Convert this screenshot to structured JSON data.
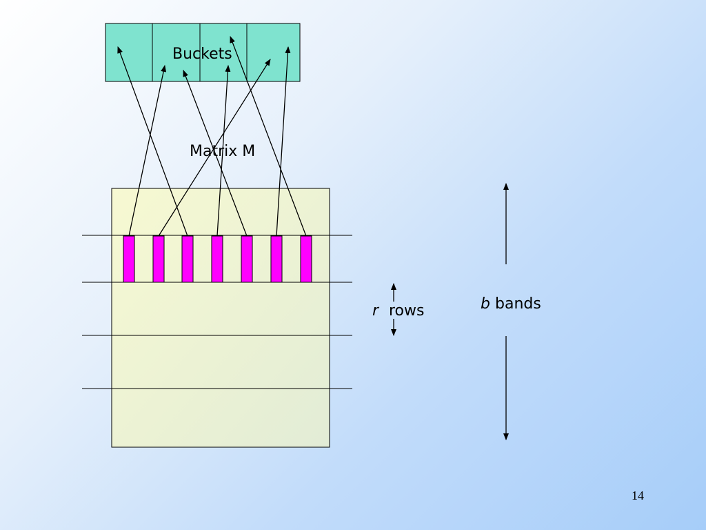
{
  "slide": {
    "buckets_label": "Buckets",
    "matrix_label": "Matrix M",
    "rows_var": "r",
    "rows_word": "rows",
    "bands_var": "b",
    "bands_word": "bands",
    "page_number": "14"
  },
  "colors": {
    "buckets_fill": "#7fe3cf",
    "matrix_fill": "#f1f5d3",
    "column_strip": "#ff00ff"
  }
}
